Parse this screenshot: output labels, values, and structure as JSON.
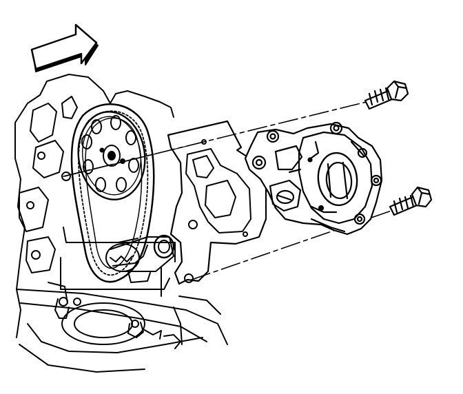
{
  "diagram": {
    "type": "exploded-view line illustration",
    "background_color": "#ffffff",
    "line_color": "#000000",
    "components": [
      {
        "name": "direction-arrow",
        "icon": "arrow-right-icon"
      },
      {
        "name": "engine-block"
      },
      {
        "name": "camshaft-sprocket"
      },
      {
        "name": "timing-chain"
      },
      {
        "name": "crankshaft-sprocket"
      },
      {
        "name": "front-cover-gasket"
      },
      {
        "name": "oil-pump"
      },
      {
        "name": "upper-bolt"
      },
      {
        "name": "lower-bolt"
      },
      {
        "name": "alignment-leader-lines"
      }
    ]
  }
}
